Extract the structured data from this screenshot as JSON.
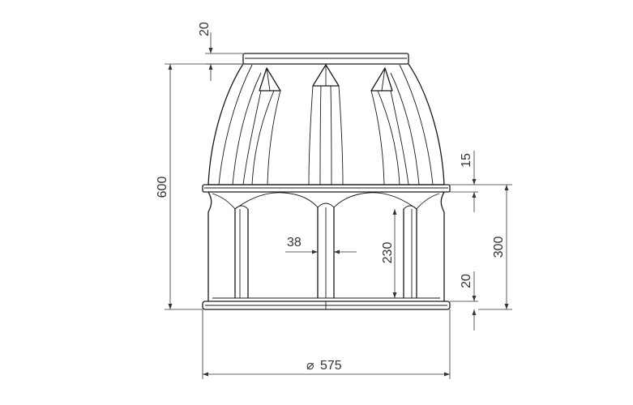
{
  "dimensions": {
    "top_rim_height": "20",
    "overall_height": "600",
    "collar_thickness": "15",
    "lower_section_height": "300",
    "rib_width": "38",
    "panel_height": "230",
    "bottom_flange_height": "20",
    "diameter_symbol": "⌀",
    "diameter": "575"
  }
}
